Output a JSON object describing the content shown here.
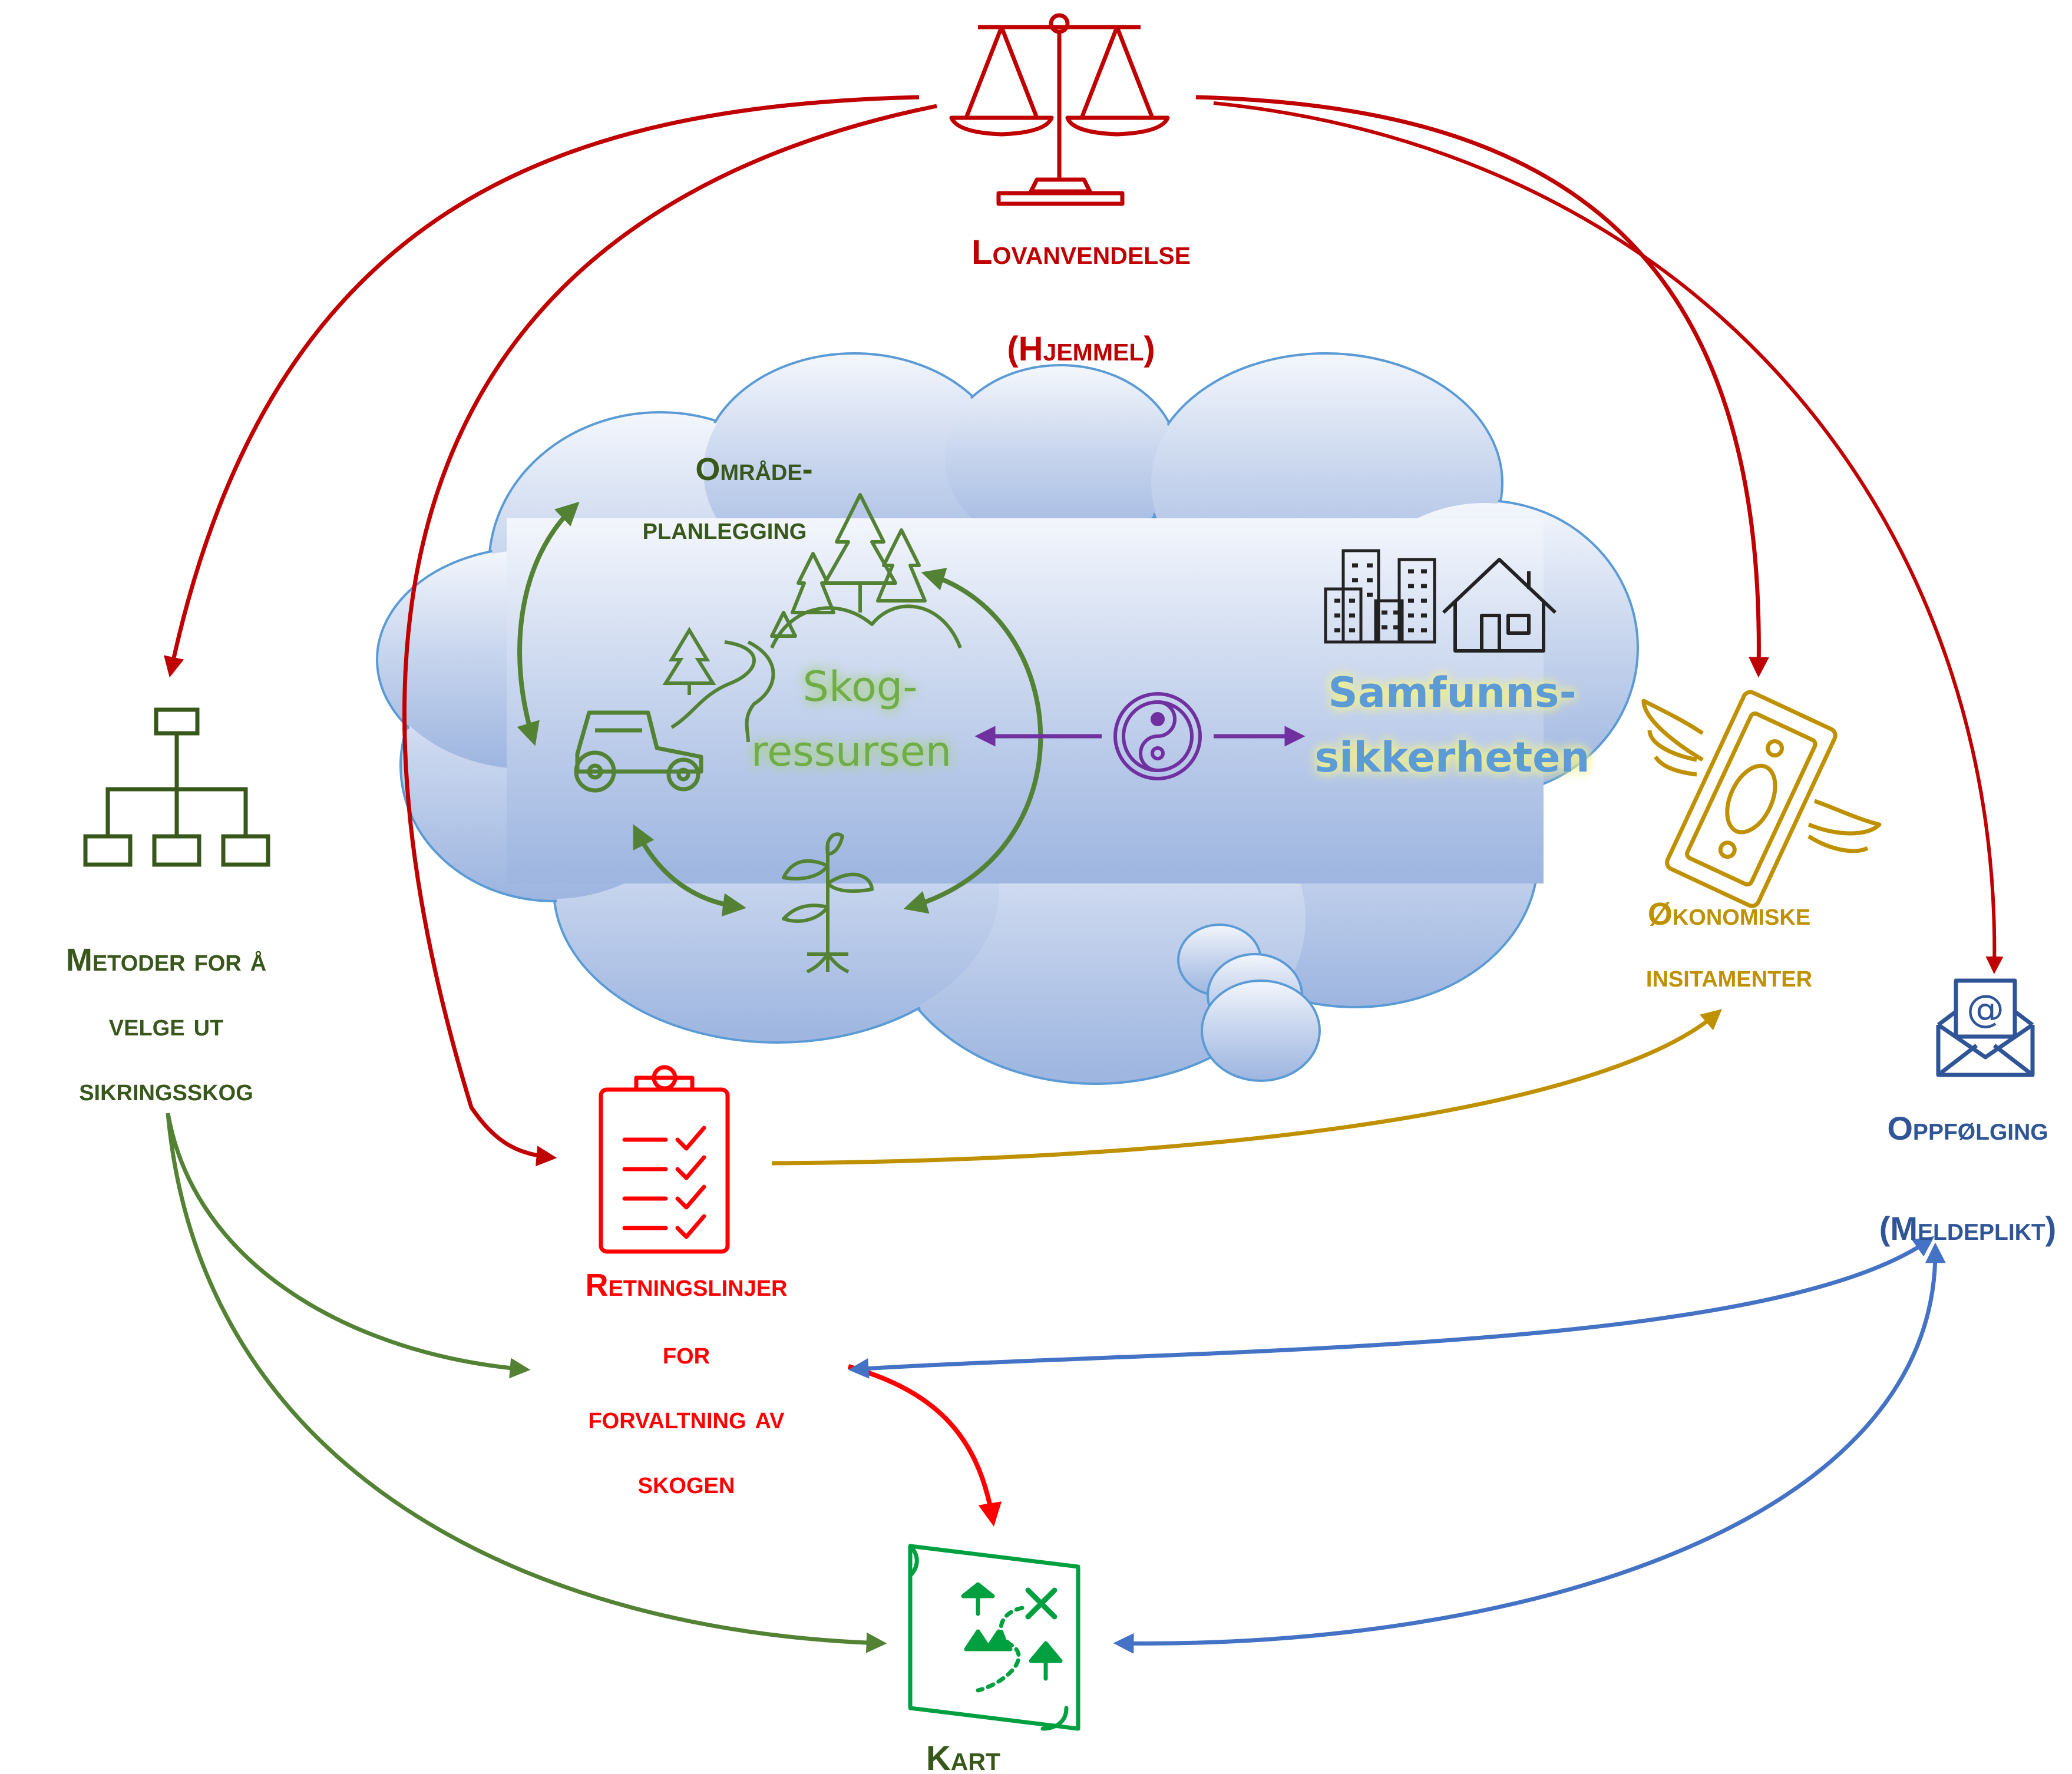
{
  "nodes": {
    "law": {
      "title": "Lovanvendelse",
      "subtitle": "(Hjemmel)",
      "icon": "scales-icon",
      "color": "#c00000"
    },
    "methods": {
      "line1": "Metoder for å",
      "line2": "velge ut",
      "line3": "sikringsskog",
      "icon": "hierarchy-icon",
      "color": "#38571a"
    },
    "guidelines": {
      "line1": "Retningslinjer",
      "line2": "for",
      "line3": "forvaltning av",
      "line4": "skogen",
      "icon": "checklist-icon",
      "color": "#ff0000"
    },
    "economic": {
      "line1": "Økonomiske",
      "line2": "insitamenter",
      "icon": "flying-money-icon",
      "color": "#bf9000"
    },
    "followup": {
      "title": "Oppfølging",
      "subtitle": "(Meldeplikt)",
      "icon": "email-envelope-icon",
      "color": "#2f5597"
    },
    "map": {
      "title": "Kart",
      "icon": "treasure-map-icon",
      "color": "#38571a"
    }
  },
  "cloud": {
    "area_planning_line1": "Område-",
    "area_planning_line2": "planlegging",
    "forest_line1": "Skog-",
    "forest_line2": "ressursen",
    "society_line1": "Samfunns-",
    "society_line2": "sikkerheten",
    "center_icon": "yin-yang-icon",
    "forest_icon": "forest-hill-icon",
    "tractor_icon": "tractor-icon",
    "sapling_icon": "sapling-icon",
    "city_icon": "city-buildings-icon",
    "house_icon": "house-icon"
  },
  "colors": {
    "red": "#c00000",
    "bright_red": "#ff0000",
    "green": "#548235",
    "dark_green": "#38571a",
    "gold": "#bf9000",
    "blue": "#4472c4",
    "purple": "#7030a0",
    "cloud_fill_top": "#f1f4fb",
    "cloud_fill_bottom": "#a4bbe3",
    "cloud_stroke": "#5b9bd5"
  }
}
